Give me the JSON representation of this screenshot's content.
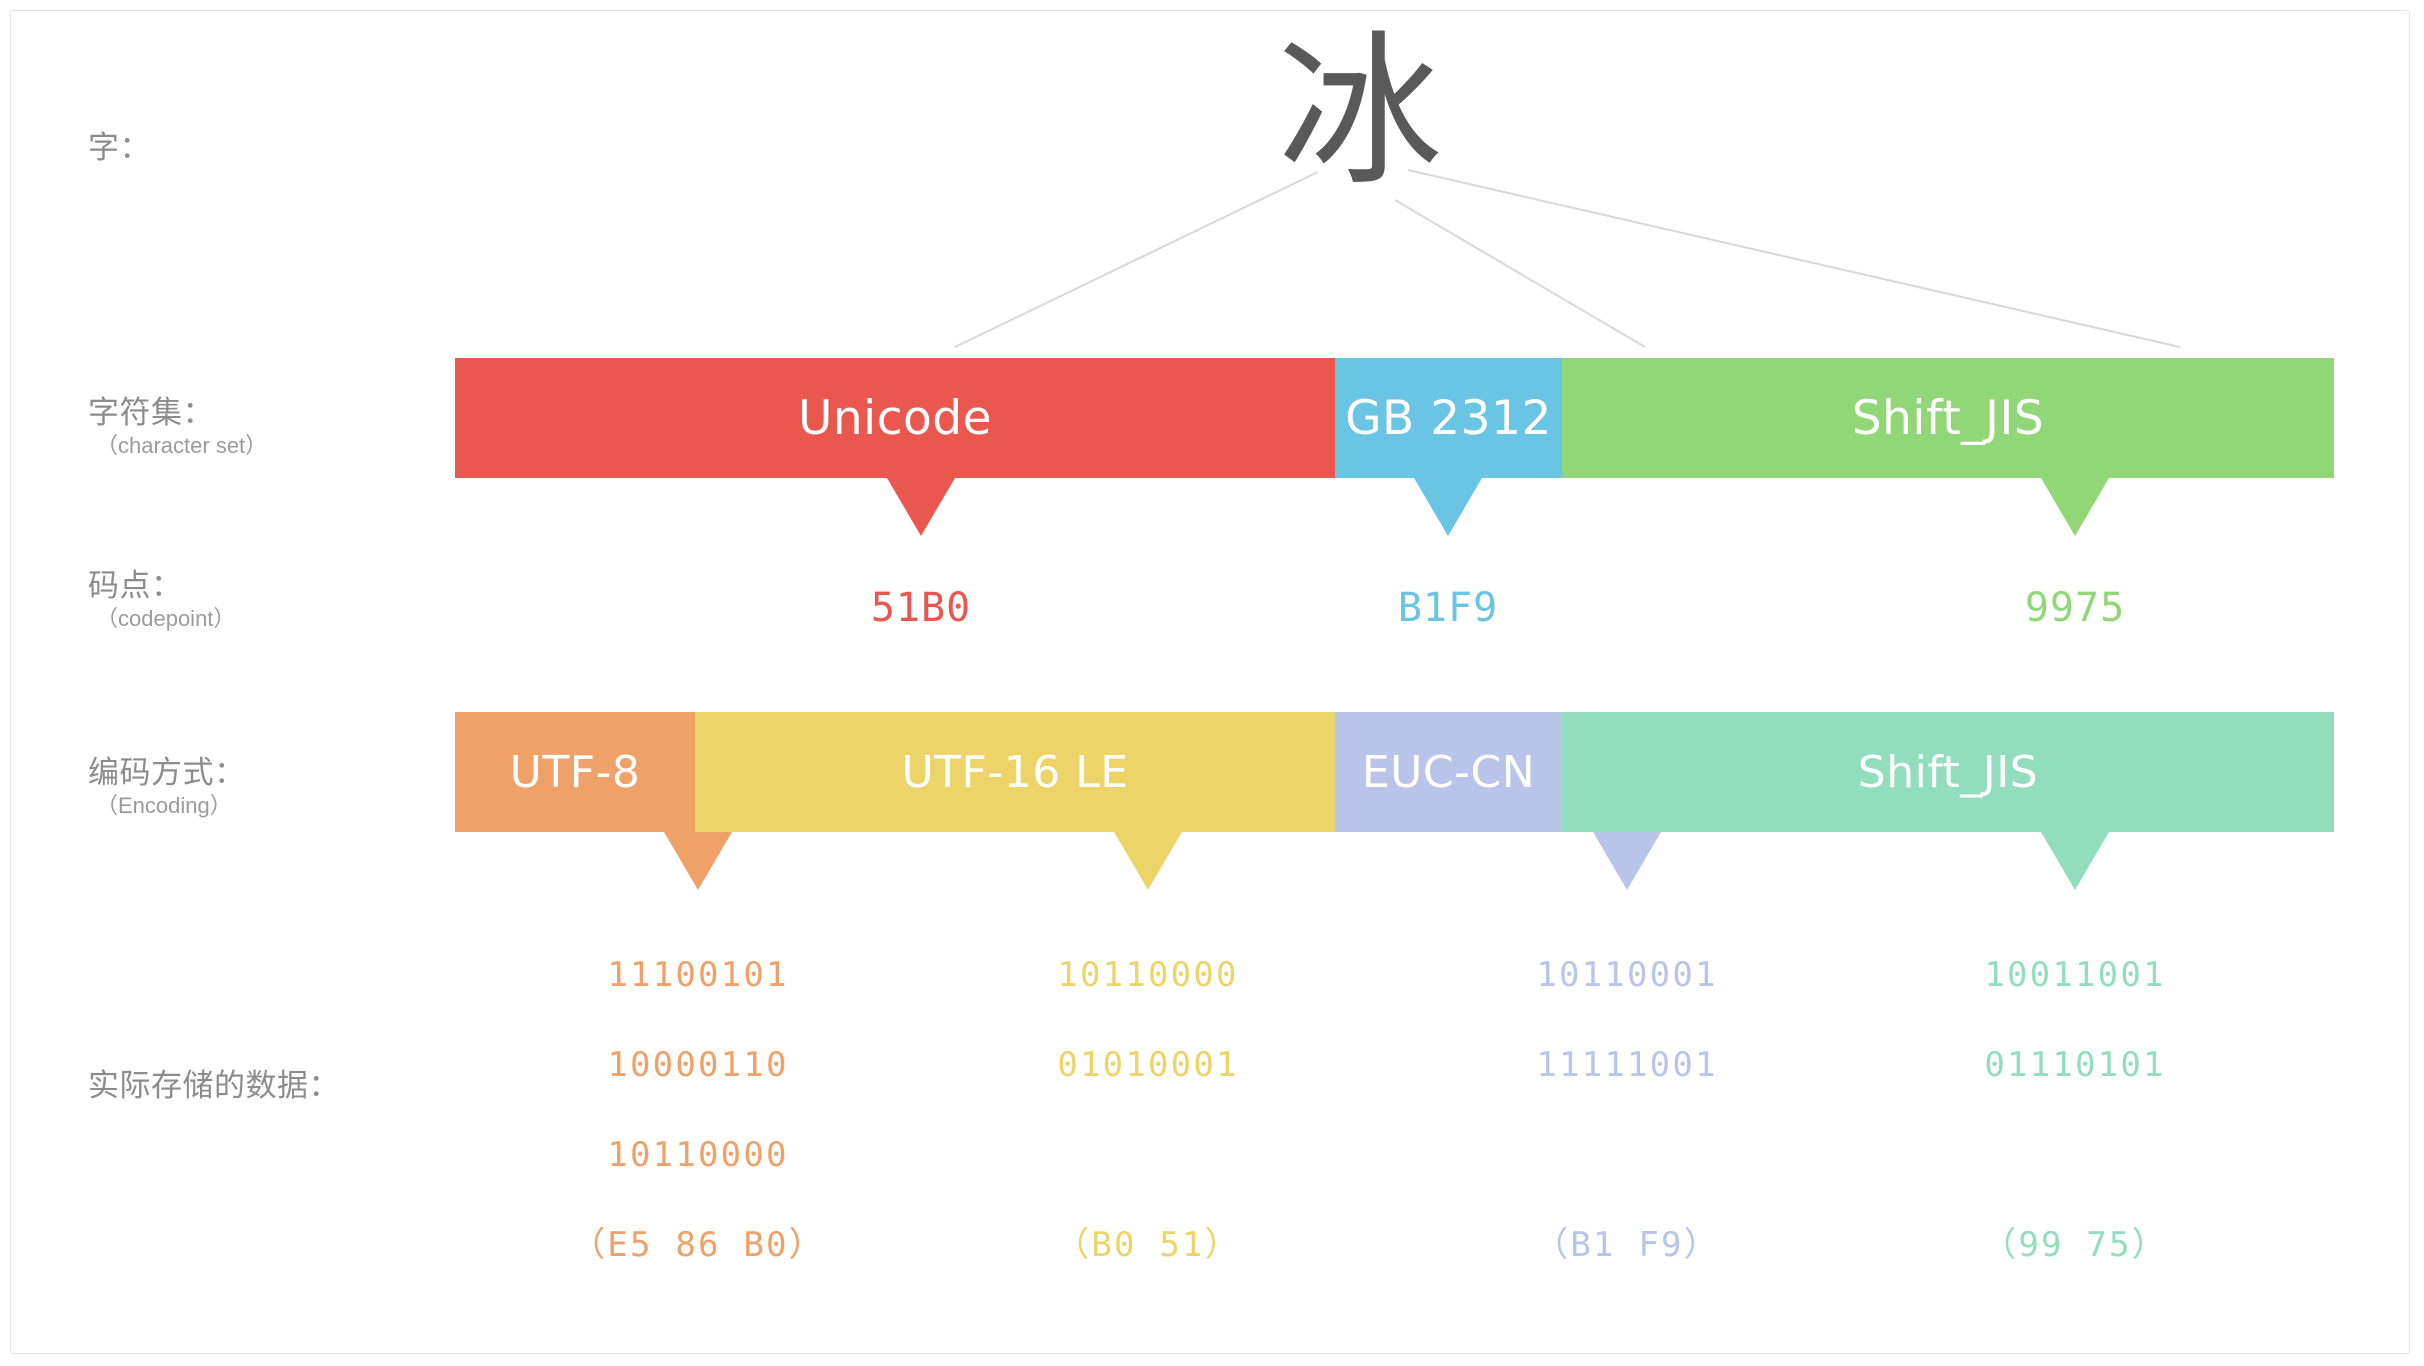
{
  "character": {
    "label_cn": "字：",
    "glyph": "冰"
  },
  "rows": {
    "charset": {
      "label_cn": "字符集：",
      "label_en": "（character set）"
    },
    "codepoint": {
      "label_cn": "码点：",
      "label_en": "（codepoint）"
    },
    "encoding": {
      "label_cn": "编码方式：",
      "label_en": "（Encoding）"
    },
    "stored": {
      "label_cn": "实际存储的数据："
    }
  },
  "charsets": [
    {
      "name": "Unicode",
      "color": "#E9574F",
      "codepoint": "51B0"
    },
    {
      "name": "GB 2312",
      "color": "#6AC5E5",
      "codepoint": "B1F9"
    },
    {
      "name": "Shift_JIS",
      "color": "#92D777",
      "codepoint": "9975"
    }
  ],
  "encodings": [
    {
      "name": "UTF-8",
      "color": "#EFA168",
      "bytes_binary": [
        "11100101",
        "10000110",
        "10110000"
      ],
      "bytes_hex": "（E5 86 B0）"
    },
    {
      "name": "UTF-16 LE",
      "color": "#EDD469",
      "bytes_binary": [
        "10110000",
        "01010001"
      ],
      "bytes_hex": "（B0 51）"
    },
    {
      "name": "EUC-CN",
      "color": "#B8C4E8",
      "bytes_binary": [
        "10110001",
        "11111001"
      ],
      "bytes_hex": "（B1 F9）"
    },
    {
      "name": "Shift_JIS",
      "color": "#92DDBE",
      "bytes_binary": [
        "10011001",
        "01110101"
      ],
      "bytes_hex": "（99 75）"
    }
  ],
  "colors": {
    "label_text": "#8C8C8C",
    "glyph": "#595959",
    "connector_line": "#D8D8D8",
    "card_border": "#E4E4E4",
    "background": "#FFFFFF"
  }
}
